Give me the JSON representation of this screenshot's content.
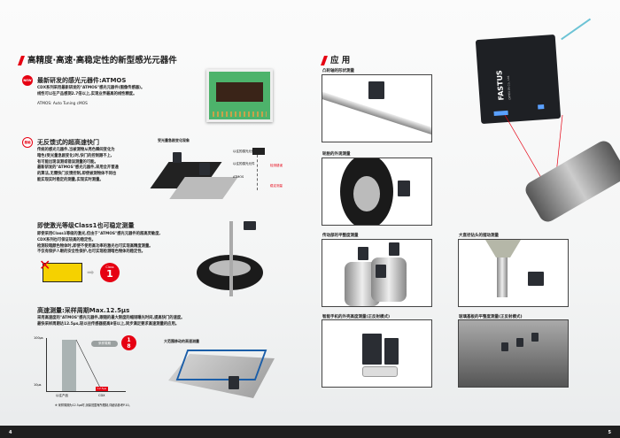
{
  "left_page": {
    "title": "高精度·高速·高稳定性的新型感光元器件",
    "page_number": "4",
    "atmos": {
      "badge": "NEW",
      "heading": "最新研发的感光元器件:ATMOS",
      "body": [
        "CDX系列采用最新研发的\"ATMOS\"感光元器件(图像传感器)。",
        "线性可以在产品感测2.7倍以上,实现业界最高的线性精度。"
      ],
      "note": "ATMOS: Auto Tuning cMOS"
    },
    "shutter": {
      "badge": "基础",
      "heading": "无反馈式的超高速快门",
      "body": [
        "传统的感光元器件,当被测物从亮色瞬间变化为",
        "暗色(受光量急剧变化)时,快门的控制跟不上,",
        "有可能出现误测或错误测量的可能。",
        "最新研发的\"ATMOS\"感光元器件,采用全开普通",
        "的算法,无需快门反馈控制,即使被测物体不同也",
        "能实现实时稳定的测量,实现实时测量。"
      ],
      "diagram_title": "受光量急剧变化现象",
      "diagram_labels": {
        "top": "以往的感光元件",
        "mid": "以往的感光元件",
        "bottom": "ATMOS",
        "err": "检测错误",
        "ok": "稳定测量"
      }
    },
    "class1": {
      "heading": "即使激光等级Class1也可稳定测量",
      "body": [
        "即使采用Class1等级的激光,但由于\"ATMOS\"感光元器件的超高灵敏度,",
        "CDX系列也可保证较高的稳定性。",
        "检测较暗颜色物体时,即使不使用高功率的激光也可实现高精度测量。",
        "不仅有保护人眼的安全性保护,也可实现检测暗色物体的稳定性。"
      ],
      "class_badge_label": "Class",
      "class_badge_value": "1"
    },
    "speed": {
      "heading": "高速测量:采样周期Max.12.5μs",
      "body": [
        "采用高速度的\"ATMOS\"感光元器件,跟随的最大限度的缩短曝光时间,提高快门的速度。",
        "最快采样周期达12.5μs,较以往传感器提高8倍以上,同步满足要求高速测量的应用。"
      ],
      "chart": {
        "y_top": "100μs",
        "y_bottom": "10μs",
        "x_labels": [
          "以往产品",
          "CDX"
        ],
        "cdx_value": "12.5μs",
        "pill": "采样周期",
        "ratio_num": "1",
        "ratio_den": "8"
      },
      "footnote": "※ 采样周期为12.5μs时,测量范围有所限制,详细请参考P.10。",
      "image_caption": "大范围移动的高速测量"
    }
  },
  "right_page": {
    "title": "应 用",
    "page_number": "5",
    "brand": "FASTUS",
    "brand_sub": "OPTEX FA Co., Ltd.",
    "applications": [
      {
        "caption": "凸轮轴的形状测量"
      },
      {
        "caption": "轮胎的外观测量"
      },
      {
        "caption": "传动部的平整度测量"
      },
      {
        "caption": "大直径钻头的摆动测量"
      },
      {
        "caption": "智能手机的外壳高度测量(正反射模式)"
      },
      {
        "caption": "玻璃基板的平整度测量(正反射模式)"
      }
    ]
  },
  "colors": {
    "accent": "#e60012",
    "footer": "#1f1f1f"
  }
}
